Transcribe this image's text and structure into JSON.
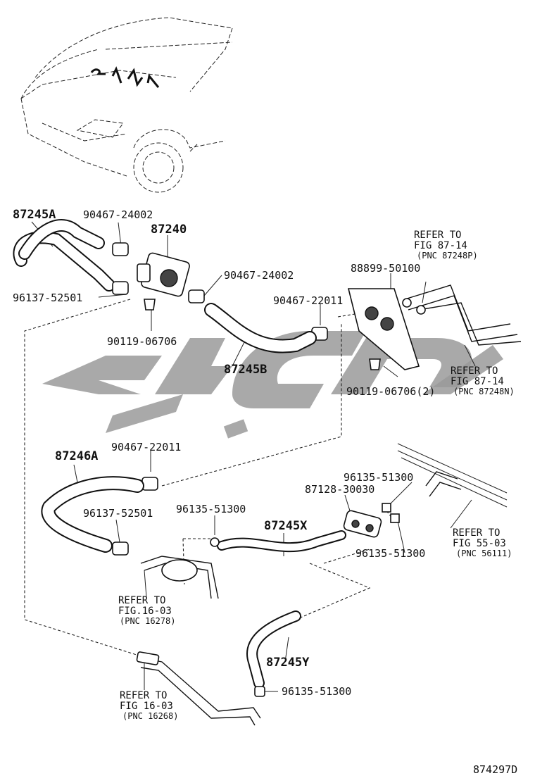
{
  "part_numbers": {
    "hose_a": "87245A",
    "clamp_top_1": "90467-24002",
    "valve": "87240",
    "clamp_top_2": "90467-24002",
    "clamp_left_1": "96137-52501",
    "bolt_1": "90119-06706",
    "hose_b": "87245B",
    "clamp_mid": "90467-22011",
    "heater_unit": "88899-50100",
    "bolt_2": "90119-06706(2)",
    "hose_246a": "87246A",
    "clamp_246a": "90467-22011",
    "clamp_left_2": "96137-52501",
    "clip_1": "96135-51300",
    "grommet": "87128-30030",
    "clip_2": "96135-51300",
    "clip_3": "96135-51300",
    "hose_x": "87245X",
    "hose_y": "87245Y",
    "clip_4": "96135-51300"
  },
  "references": {
    "ref1": {
      "line1": "REFER TO",
      "line2": "FIG 87-14",
      "line3": "(PNC 87248P)"
    },
    "ref2": {
      "line1": "REFER TO",
      "line2": "FIG 87-14",
      "line3": "(PNC 87248N)"
    },
    "ref3": {
      "line1": "REFER TO",
      "line2": "FIG 55-03",
      "line3": "(PNC 56111)"
    },
    "ref4": {
      "line1": "REFER TO",
      "line2": "FIG.16-03",
      "line3": "(PNC 16278)"
    },
    "ref5": {
      "line1": "REFER TO",
      "line2": "FIG 16-03",
      "line3": "(PNC 16268)"
    }
  },
  "figure_code": "874297D",
  "colors": {
    "ink": "#111111",
    "watermark": "#9a9a9a"
  }
}
